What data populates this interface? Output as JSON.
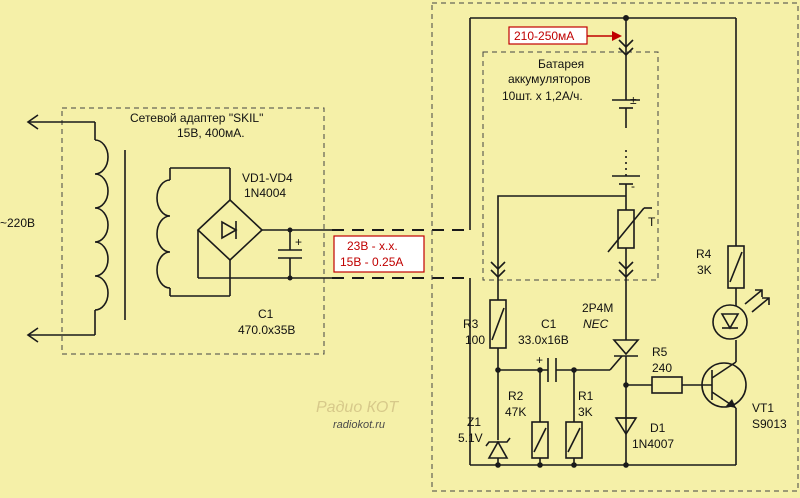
{
  "adapter": {
    "title_line1": "Сетевой адаптер \"SKIL\"",
    "title_line2": "15В, 400мА.",
    "bridge_line1": "VD1-VD4",
    "bridge_line2": "1N4004",
    "cap_line1": "C1",
    "cap_line2": "470.0x35B",
    "mains": "~220B"
  },
  "callouts": {
    "current": "210-250мА",
    "voltage_line1": "23B - х.х.",
    "voltage_line2": "15B - 0.25A"
  },
  "battery": {
    "line1": "Батарея",
    "line2": "аккумуляторов",
    "line3": "10шт. х 1,2А/ч.",
    "plus": "±",
    "minus": "-",
    "thermistor": "T"
  },
  "components": {
    "r3_name": "R3",
    "r3_value": "100",
    "c1_name": "C1",
    "c1_value": "33.0x16B",
    "thyristor_name": "2P4M",
    "thyristor_value": "NEC",
    "r5_name": "R5",
    "r5_value": "240",
    "r4_name": "R4",
    "r4_value": "3K",
    "vt1_name": "VT1",
    "vt1_value": "S9013",
    "r2_name": "R2",
    "r2_value": "47K",
    "r1_name": "R1",
    "r1_value": "3K",
    "z1_name": "Z1",
    "z1_value": "5.1V",
    "d1_name": "D1",
    "d1_value": "1N4007",
    "cap_plus": "+"
  },
  "watermark": {
    "logo": "Радио КОТ",
    "site": "radiokot.ru"
  }
}
